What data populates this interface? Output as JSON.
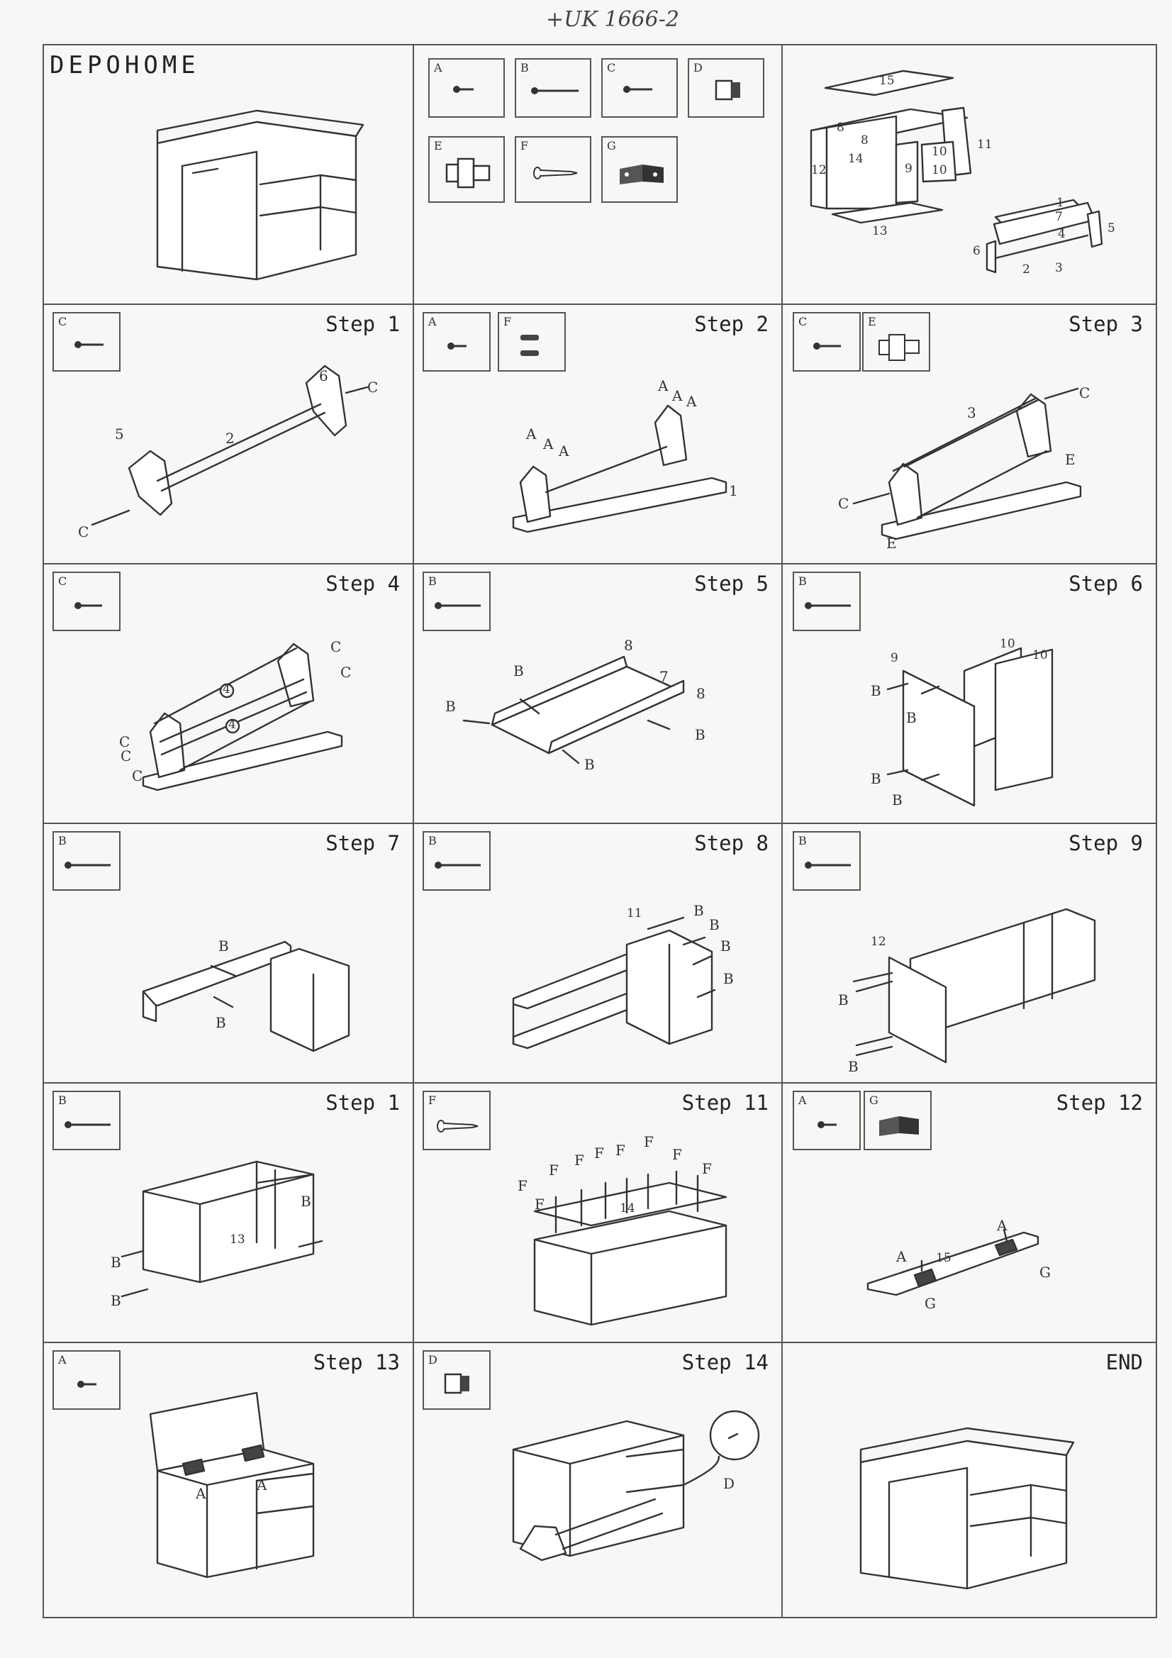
{
  "header": {
    "handwritten_code": "+UK 1666-2"
  },
  "brand": {
    "logo_text": "DEPOHOME"
  },
  "parts": [
    {
      "letter": "A",
      "icon": "short-screw-icon"
    },
    {
      "letter": "B",
      "icon": "long-screw-icon"
    },
    {
      "letter": "C",
      "icon": "medium-screw-icon"
    },
    {
      "letter": "D",
      "icon": "cam-lock-icon"
    },
    {
      "letter": "E",
      "icon": "cam-bolt-icon"
    },
    {
      "letter": "F",
      "icon": "nail-icon"
    },
    {
      "letter": "G",
      "icon": "hinge-icon"
    }
  ],
  "panel_numbers": [
    "15",
    "8",
    "8",
    "14",
    "12",
    "9",
    "10",
    "10",
    "11",
    "13",
    "1",
    "7",
    "4",
    "5",
    "6",
    "2",
    "3"
  ],
  "steps": [
    {
      "title": "Step 1",
      "parts": [
        "C"
      ],
      "labels": [
        "6",
        "C",
        "5",
        "2",
        "C"
      ]
    },
    {
      "title": "Step 2",
      "parts": [
        "A",
        "F"
      ],
      "labels": [
        "A",
        "A",
        "A",
        "A",
        "A",
        "A",
        "1"
      ]
    },
    {
      "title": "Step 3",
      "parts": [
        "C",
        "E"
      ],
      "labels": [
        "3",
        "C",
        "E",
        "C",
        "E"
      ]
    },
    {
      "title": "Step 4",
      "parts": [
        "C"
      ],
      "labels": [
        "C",
        "C",
        "C",
        "C",
        "C",
        "4",
        "4"
      ]
    },
    {
      "title": "Step 5",
      "parts": [
        "B"
      ],
      "labels": [
        "8",
        "B",
        "7",
        "B",
        "8",
        "B",
        "B"
      ]
    },
    {
      "title": "Step 6",
      "parts": [
        "B"
      ],
      "labels": [
        "10",
        "10",
        "9",
        "B",
        "B",
        "B",
        "B"
      ]
    },
    {
      "title": "Step 7",
      "parts": [
        "B"
      ],
      "labels": [
        "B",
        "B"
      ]
    },
    {
      "title": "Step 8",
      "parts": [
        "B"
      ],
      "labels": [
        "11",
        "B",
        "B",
        "B",
        "B"
      ]
    },
    {
      "title": "Step 9",
      "parts": [
        "B"
      ],
      "labels": [
        "12",
        "B",
        "B"
      ]
    },
    {
      "title": "Step 1",
      "parts": [
        "B"
      ],
      "labels": [
        "B",
        "13",
        "B",
        "B"
      ]
    },
    {
      "title": "Step 11",
      "parts": [
        "F"
      ],
      "labels": [
        "F",
        "F",
        "F",
        "F",
        "F",
        "F",
        "F",
        "F",
        "F",
        "14"
      ]
    },
    {
      "title": "Step 12",
      "parts": [
        "A",
        "G"
      ],
      "labels": [
        "A",
        "A",
        "15",
        "G",
        "G"
      ]
    },
    {
      "title": "Step 13",
      "parts": [
        "A"
      ],
      "labels": [
        "A",
        "A"
      ]
    },
    {
      "title": "Step 14",
      "parts": [
        "D"
      ],
      "labels": [
        "D"
      ]
    }
  ],
  "end": {
    "label": "END"
  }
}
